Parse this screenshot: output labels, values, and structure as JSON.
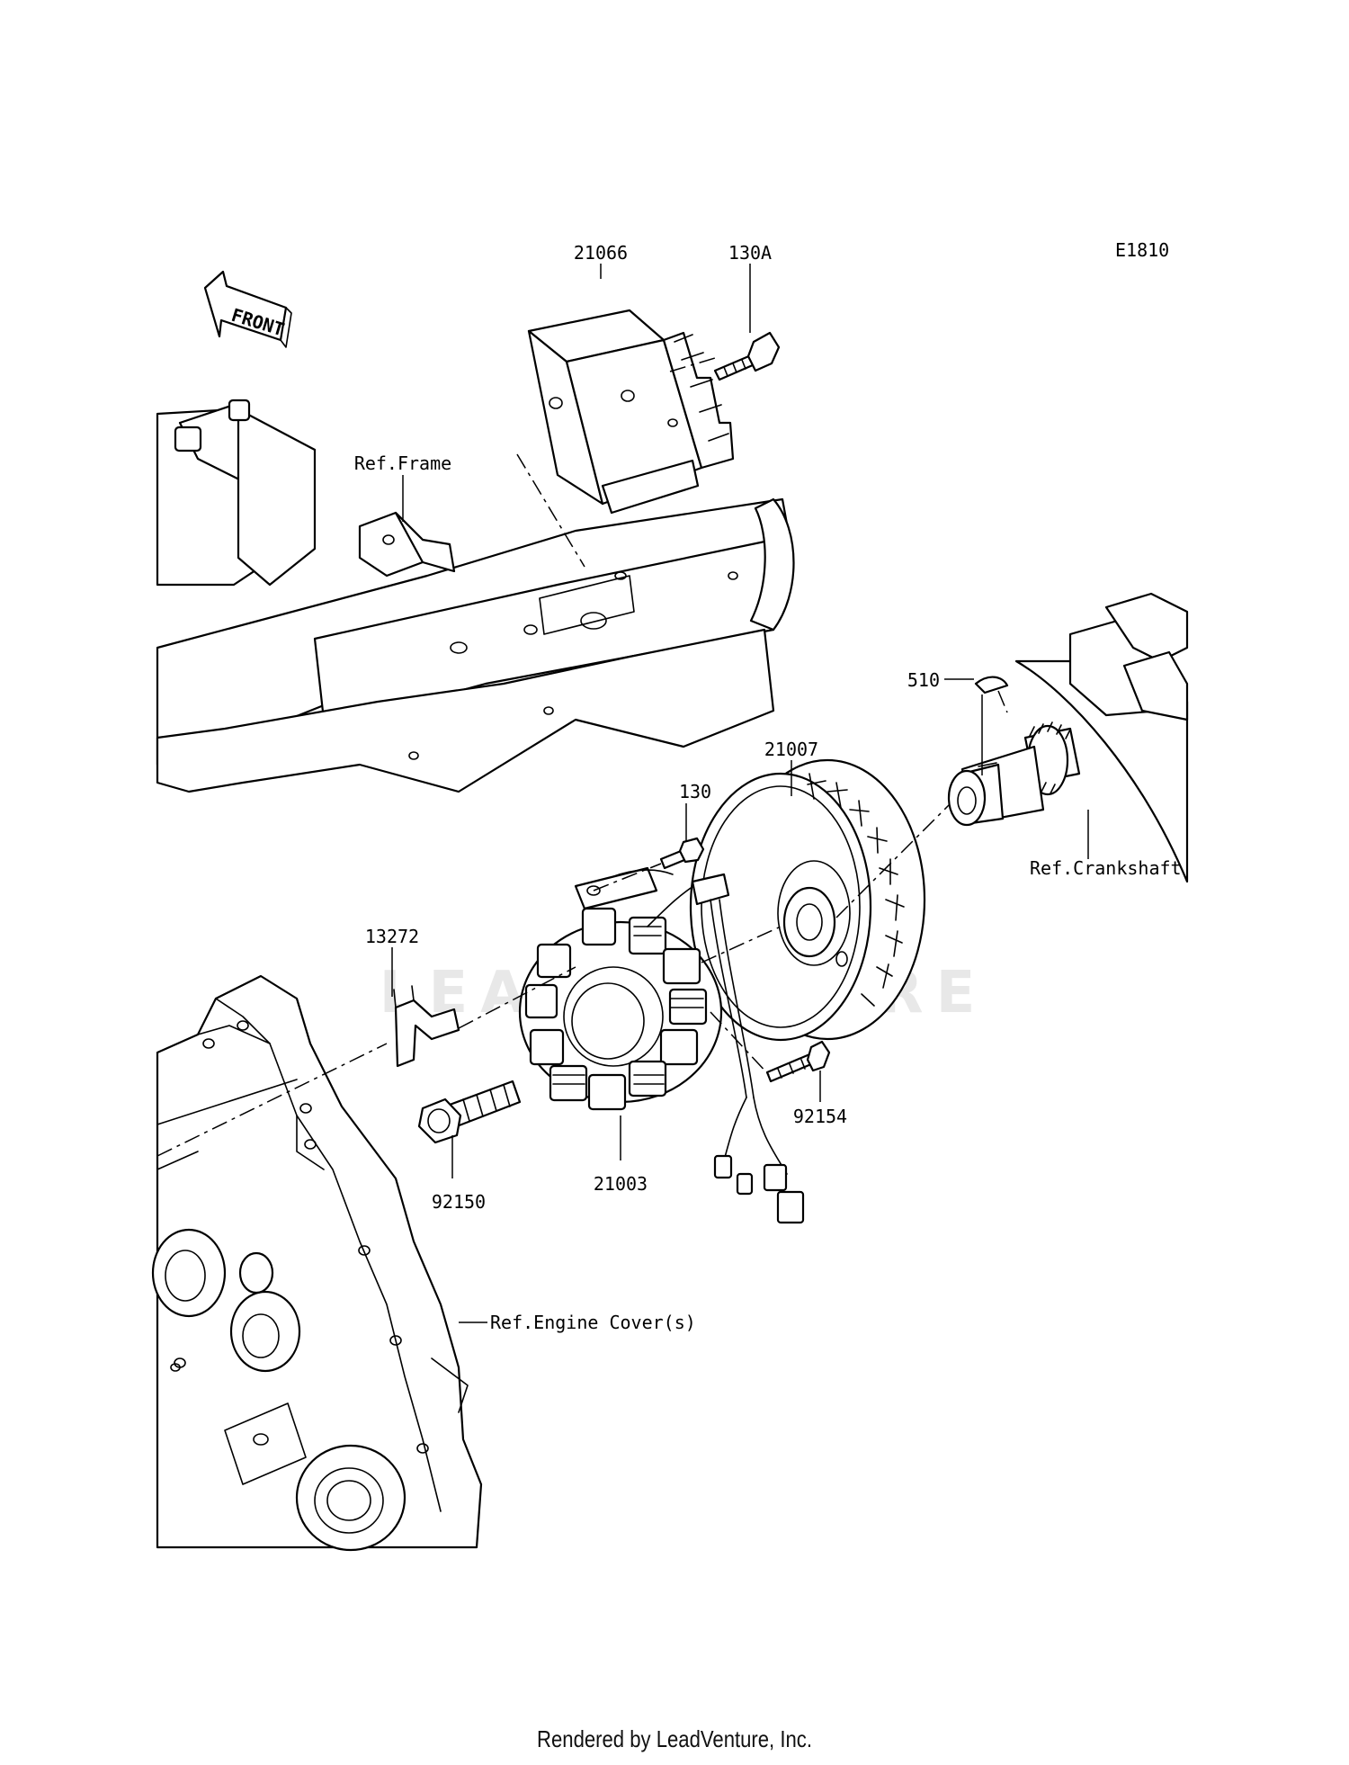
{
  "diagram_code": "E1810",
  "front_arrow_text": "FRONT",
  "watermark": "LEADVENTURE",
  "parts": {
    "regulator": "21066",
    "regulator_bolt": "130A",
    "ref_frame": "Ref.Frame",
    "key": "510",
    "ref_crankshaft": "Ref.Crankshaft",
    "rotor": "21007",
    "stator_bolt": "130",
    "clamp": "13272",
    "stator": "21003",
    "rotor_bolt": "92150",
    "bolt_92154": "92154",
    "ref_engine_cover": "Ref.Engine Cover(s)"
  },
  "footer": "Rendered by LeadVenture, Inc."
}
